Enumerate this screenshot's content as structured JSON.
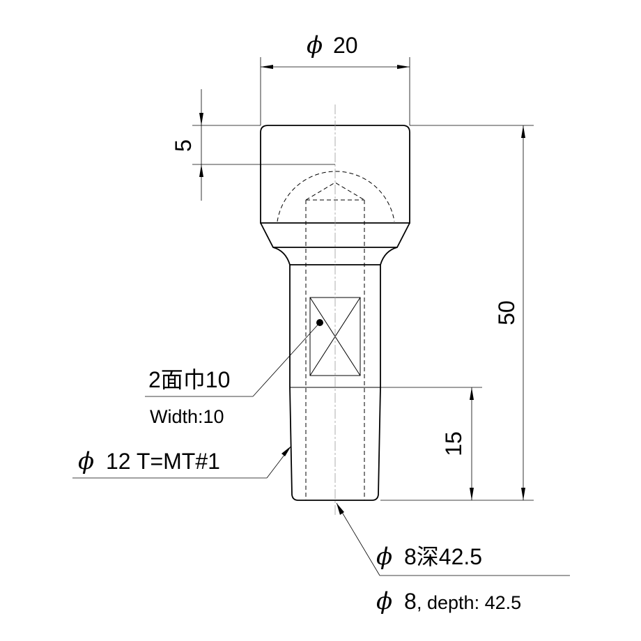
{
  "dimensions": {
    "phi_symbol": "ϕ",
    "top_diameter": "20",
    "head_offset": "5",
    "overall_length": "50",
    "lower_length": "15",
    "flats_jp": "2面巾10",
    "flats_en": "Width:10",
    "shank_diameter": "12 T=MT#1",
    "bore_jp": "8深42.5",
    "bore_en_num": "8",
    "bore_en_rest": ", depth: 42.5"
  }
}
